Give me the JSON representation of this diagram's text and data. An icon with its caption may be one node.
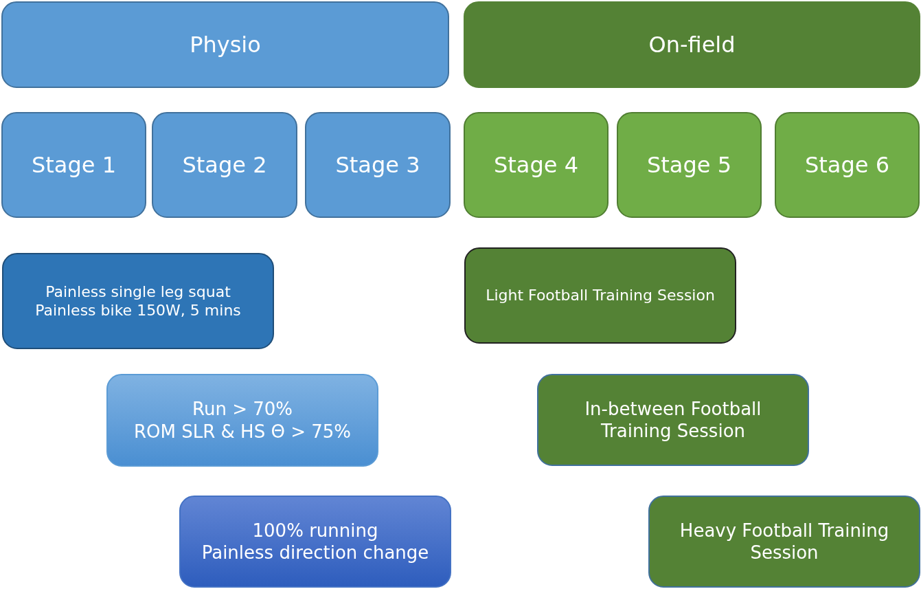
{
  "diagram": {
    "nodes": [
      {
        "text": [
          "Physio"
        ]
      },
      {
        "text": [
          "On-field"
        ]
      },
      {
        "text": [
          "Stage 1"
        ]
      },
      {
        "text": [
          "Stage 2"
        ]
      },
      {
        "text": [
          "Stage 3"
        ]
      },
      {
        "text": [
          "Stage 4"
        ]
      },
      {
        "text": [
          "Stage 5"
        ]
      },
      {
        "text": [
          "Stage 6"
        ]
      },
      {
        "text": [
          "Painless single leg squat",
          "Painless bike 150W, 5 mins"
        ]
      },
      {
        "text": [
          "Run > 70%",
          "ROM SLR & HS Θ > 75%"
        ]
      },
      {
        "text": [
          "100% running",
          "Painless direction change"
        ]
      },
      {
        "text": [
          "Light Football Training Session"
        ]
      },
      {
        "text": [
          "In-between Football Training Session"
        ]
      },
      {
        "text": [
          "Heavy Football Training Session"
        ]
      }
    ],
    "edges": []
  }
}
